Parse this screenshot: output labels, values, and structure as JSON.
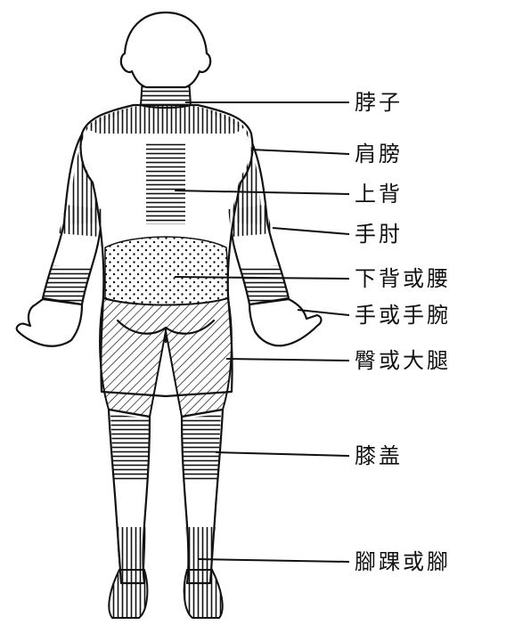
{
  "labels": {
    "neck": "脖子",
    "shoulder": "肩膀",
    "upper_back": "上背",
    "elbow": "手肘",
    "lower_back": "下背或腰",
    "wrist_hand": "手或手腕",
    "hip_thigh": "臀或大腿",
    "knee": "膝盖",
    "ankle_foot": "腳踝或腳"
  }
}
